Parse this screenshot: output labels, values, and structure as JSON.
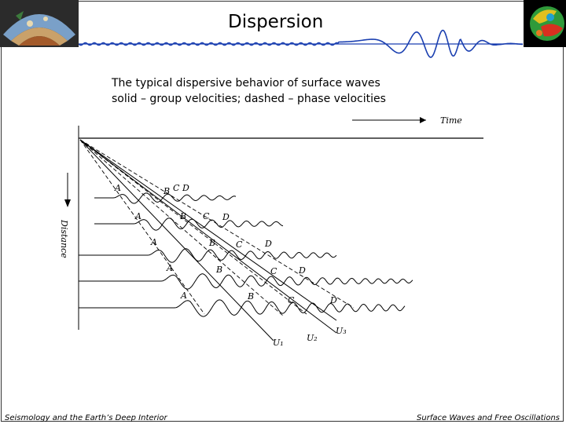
{
  "slide": {
    "title": "Dispersion",
    "caption_line1": "The typical dispersive behavior of surface waves",
    "caption_line2": "solid – group velocities; dashed – phase velocities",
    "footer_left": "Seismology and the Earth’s Deep Interior",
    "footer_right": "Surface Waves and Free Oscillations"
  },
  "figure": {
    "time_label": "Time",
    "distance_label": "Distance",
    "phase_labels": [
      "A",
      "B",
      "C",
      "D"
    ],
    "velocity_labels": [
      "U₁",
      "U₂",
      "U₃"
    ]
  },
  "colors": {
    "wave": "#1a3fb0",
    "frame": "#333333",
    "logo_dark": "#000000"
  }
}
